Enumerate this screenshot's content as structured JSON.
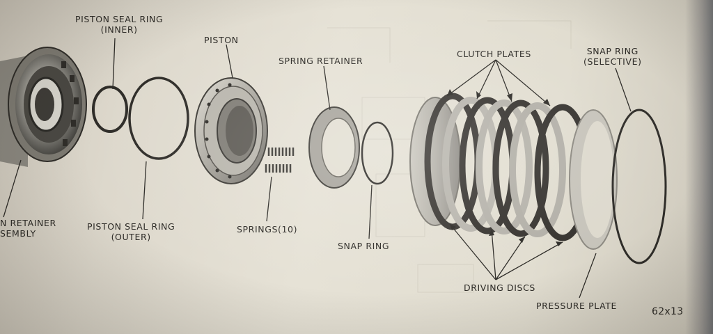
{
  "labels": {
    "piston_seal_inner_1": "PISTON SEAL RING",
    "piston_seal_inner_2": "(INNER)",
    "piston": "PISTON",
    "spring_retainer": "SPRING RETAINER",
    "clutch_plates": "CLUTCH PLATES",
    "snap_ring_selective_1": "SNAP RING",
    "snap_ring_selective_2": "(SELECTIVE)",
    "retainer_assembly_1": "N RETAINER",
    "retainer_assembly_2": "SEMBLY",
    "piston_seal_outer_1": "PISTON SEAL RING",
    "piston_seal_outer_2": "(OUTER)",
    "springs": "SPRINGS(10)",
    "snap_ring": "SNAP RING",
    "driving_discs": "DRIVING DISCS",
    "pressure_plate": "PRESSURE PLATE",
    "figure_number": "62x13"
  },
  "colors": {
    "paper": "#e2ddd1",
    "ink": "#2c2a26",
    "metal_light": "#c9c6bd",
    "metal_dark": "#6f6c66",
    "disc_dark": "#3a3733"
  }
}
